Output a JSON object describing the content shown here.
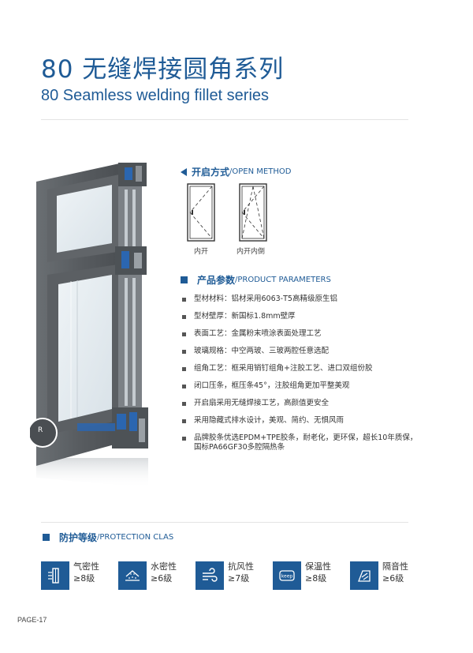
{
  "header": {
    "title_cn": "80  无缝焊接圆角系列",
    "title_en": "80  Seamless welding fillet series"
  },
  "open_method": {
    "title_cn": "开启方式",
    "title_en": "/OPEN METHOD",
    "options": [
      {
        "label": "内开"
      },
      {
        "label": "内开内倒"
      }
    ]
  },
  "product_parameters": {
    "title_cn": "产品参数",
    "title_en": "/PRODUCT PARAMETERS",
    "items": [
      "型材材料：铝材采用6063-T5高精级原生铝",
      "型材壁厚：新国标1.8mm壁厚",
      "表面工艺：金属粉末喷涂表面处理工艺",
      "玻璃规格：中空两玻、三玻两腔任意选配",
      "组角工艺：框采用销钉组角+注胶工艺、进口双组份胶",
      "闭口压条，框压条45°，注胶组角更加平整美观",
      "开启扇采用无缝焊接工艺，高颜值更安全",
      "采用隐藏式排水设计，美观、简约、无惧风雨",
      "品牌胶条优选EPDM+TPE胶条，耐老化，更环保，超长10年质保，\n国标PA66GF30多腔隔热条"
    ]
  },
  "profile_badge": "R",
  "protection": {
    "title_cn": "防护等级",
    "title_en": "/PROTECTION CLAS",
    "items": [
      {
        "name": "气密性",
        "grade": "≥8级",
        "icon": "airtight-icon"
      },
      {
        "name": "水密性",
        "grade": "≥6级",
        "icon": "watertight-icon"
      },
      {
        "name": "抗风性",
        "grade": "≥7级",
        "icon": "wind-icon"
      },
      {
        "name": "保温性",
        "grade": "≥8级",
        "icon": "keep-warm-icon",
        "icon_text": "keep"
      },
      {
        "name": "隔音性",
        "grade": "≥6级",
        "icon": "soundproof-icon"
      }
    ]
  },
  "footer": {
    "page": "PAGE-17"
  },
  "colors": {
    "brand_blue": "#1f5b96",
    "profile_grey": "#5f6468"
  }
}
